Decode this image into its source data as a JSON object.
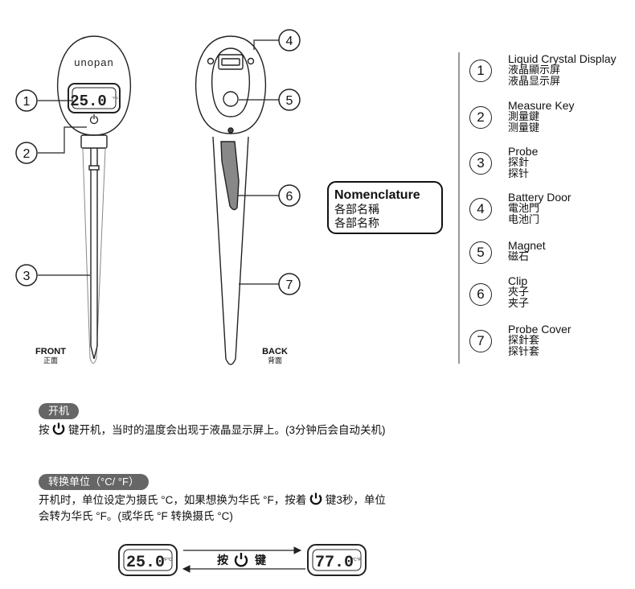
{
  "front": {
    "brand": "unopan",
    "display_reading": "25.0",
    "display_units": "°F°C",
    "caption_en": "FRONT",
    "caption_zh": "正面"
  },
  "back": {
    "caption_en": "BACK",
    "caption_zh": "背面"
  },
  "callouts": [
    "1",
    "2",
    "3",
    "4",
    "5",
    "6",
    "7"
  ],
  "nomenclature": {
    "title": "Nomenclature",
    "line1": "各部名稱",
    "line2": "各部名称"
  },
  "legend": [
    {
      "num": "1",
      "en": "Liquid Crystal Display",
      "zh_t": "液晶顯示屏",
      "zh_s": "液晶显示屏"
    },
    {
      "num": "2",
      "en": "Measure Key",
      "zh_t": "測量鍵",
      "zh_s": "测量键"
    },
    {
      "num": "3",
      "en": "Probe",
      "zh_t": "探針",
      "zh_s": "探针"
    },
    {
      "num": "4",
      "en": "Battery Door",
      "zh_t": "電池門",
      "zh_s": "电池门"
    },
    {
      "num": "5",
      "en": "Magnet",
      "zh_t": "磁石",
      "zh_s": ""
    },
    {
      "num": "6",
      "en": "Clip",
      "zh_t": "夾子",
      "zh_s": "夹子"
    },
    {
      "num": "7",
      "en": "Probe Cover",
      "zh_t": "探針套",
      "zh_s": "探针套"
    }
  ],
  "section1": {
    "title": "开机",
    "text_before": "按",
    "text_after": "键开机，当时的温度会出现于液晶显示屏上。(3分钟后会自动关机)"
  },
  "section2": {
    "title": "转换单位（°C/ °F）",
    "line1_before": "开机时，单位设定为摄氏 °C，如果想换为华氏 °F，按着",
    "line1_after": "键3秒，单位",
    "line2": "会转为华氏 °F。(或华氏 °F 转换摄氏 °C)"
  },
  "conversion": {
    "left_reading": "25.0",
    "left_units": "°F°C",
    "right_reading": "77.0",
    "right_units": "°C°F",
    "press_before": "按",
    "press_after": "键"
  }
}
